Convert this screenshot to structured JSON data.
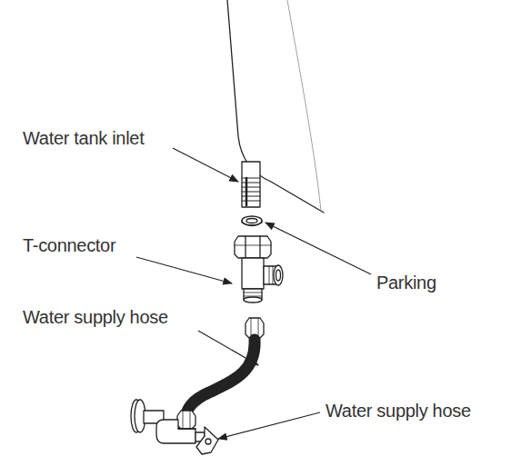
{
  "diagram": {
    "labels": [
      "Water tank inlet",
      "T-connector",
      "Parking",
      "Water supply hose",
      "Water supply hose"
    ]
  }
}
